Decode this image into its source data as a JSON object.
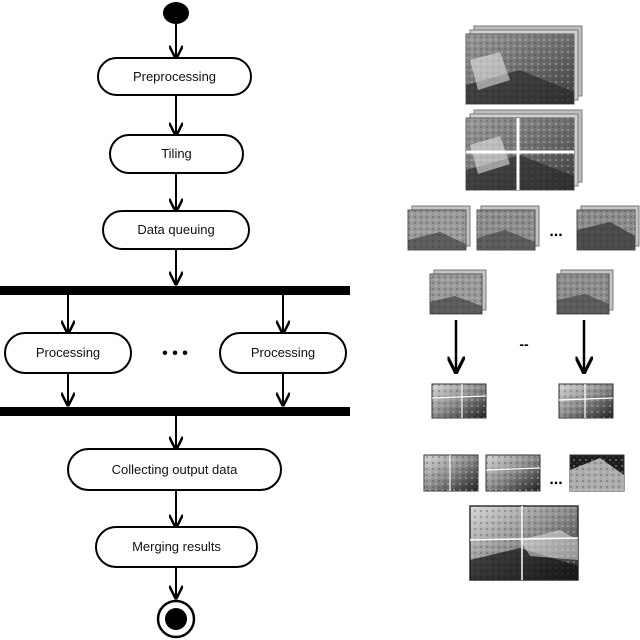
{
  "flow": {
    "steps": {
      "preprocessing": "Preprocessing",
      "tiling": "Tiling",
      "data_queuing": "Data queuing",
      "processing_left": "Processing",
      "processing_right": "Processing",
      "collecting": "Collecting output data",
      "merging": "Merging results"
    },
    "parallel_ellipsis": "• • •"
  },
  "illustration": {
    "tiles_ellipsis": "...",
    "process_ellipsis": "--",
    "results_ellipsis": "..."
  }
}
